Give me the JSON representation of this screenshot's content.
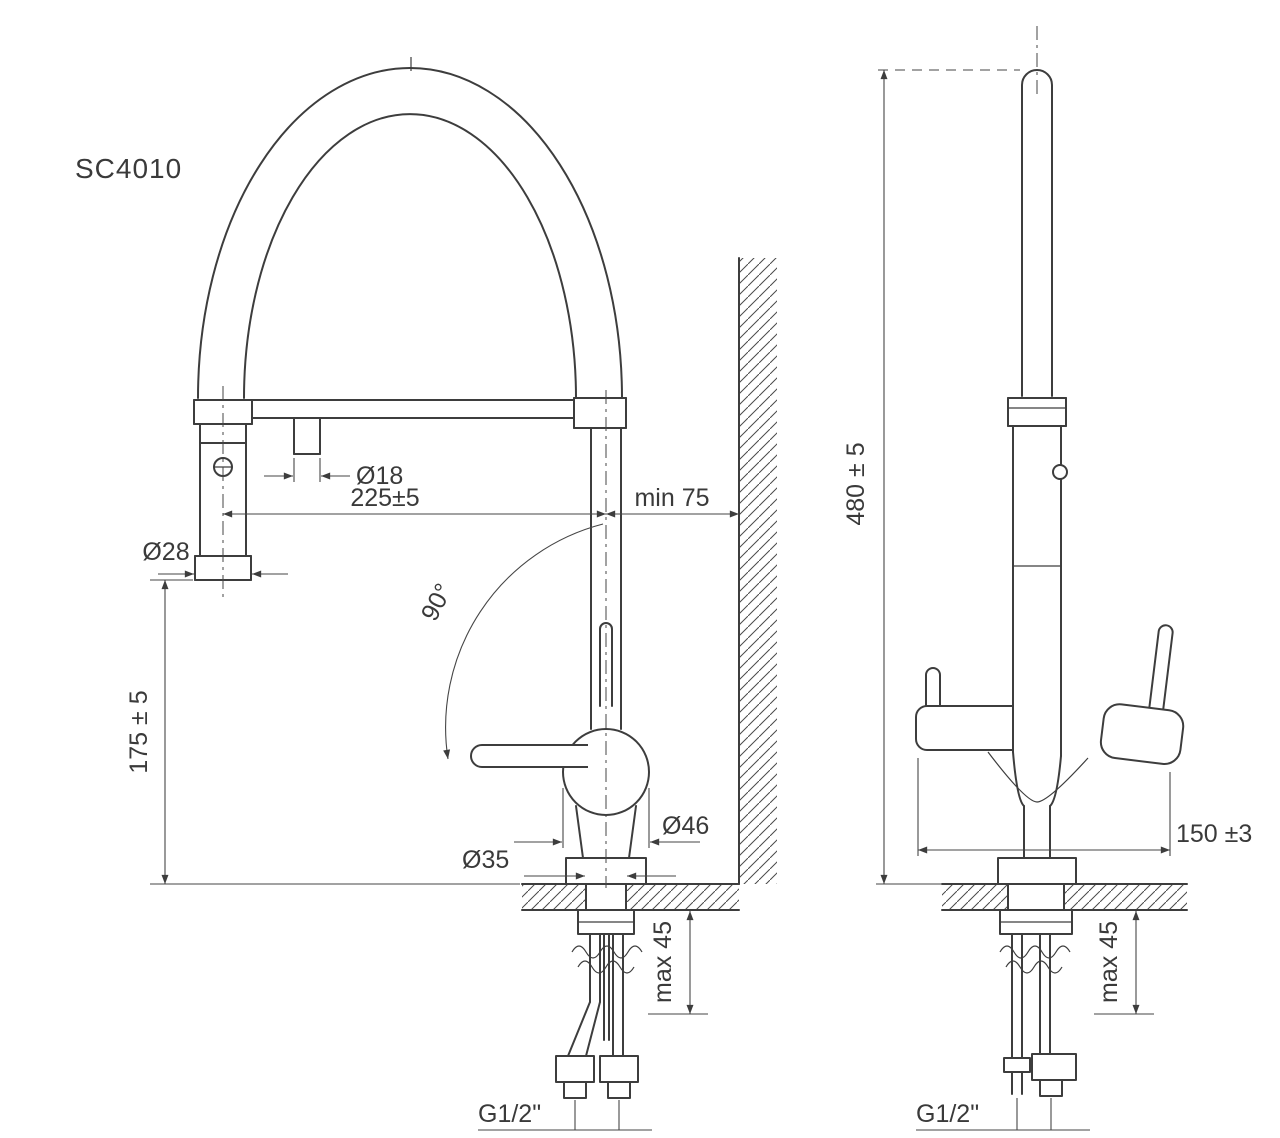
{
  "title": {
    "model": "SC4010"
  },
  "colors": {
    "line": "#3d3d3d",
    "text": "#3a3a3a",
    "background": "#ffffff"
  },
  "front_view": {
    "spray_connector_dia": "Ø18",
    "reach": "225±5",
    "min_wall": "min 75",
    "spray_head_dia": "Ø28",
    "angle": "90°",
    "height_under_spray": "175 ± 5",
    "body_dia": "Ø46",
    "hole_dia": "Ø35",
    "max_thickness": "max 45",
    "thread": "G1/2\""
  },
  "side_view": {
    "total_height": "480 ± 5",
    "depth": "150 ±3",
    "max_thickness": "max 45",
    "thread": "G1/2\""
  }
}
